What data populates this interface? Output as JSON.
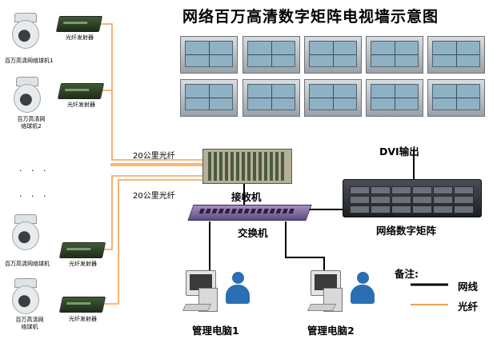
{
  "title": "网络百万高清数字矩阵电视墙示意图",
  "cameras": [
    {
      "label": "百万高清网络球机1"
    },
    {
      "label": "百万高清网络球机2"
    },
    {
      "label": "百万高清网络球机"
    },
    {
      "label": "百万高清网络球机"
    }
  ],
  "transmitters": [
    "光纤发射器",
    "光纤发射器",
    "光纤发射器",
    "光纤发射器"
  ],
  "ellipsis": ". . .",
  "fiber_distance_labels": [
    "20公里光纤",
    "20公里光纤"
  ],
  "receiver_label": "接收机",
  "switch_label": "交换机",
  "matrix_label": "网络数字矩阵",
  "dvi_label": "DVI输出",
  "pcs": [
    "管理电脑1",
    "管理电脑2"
  ],
  "legend": {
    "title": "备注:",
    "items": [
      {
        "label": "网线",
        "color": "#000000"
      },
      {
        "label": "光纤",
        "color": "#f0a050"
      }
    ]
  },
  "colors": {
    "network_cable": "#000000",
    "fiber": "#f0a050",
    "screen": "#8fb1c4"
  },
  "icons": [
    "dome-camera-icon",
    "fiber-transmitter-icon",
    "receiver-chassis-icon",
    "network-switch-icon",
    "matrix-server-icon",
    "monitor-icon",
    "user-icon"
  ]
}
